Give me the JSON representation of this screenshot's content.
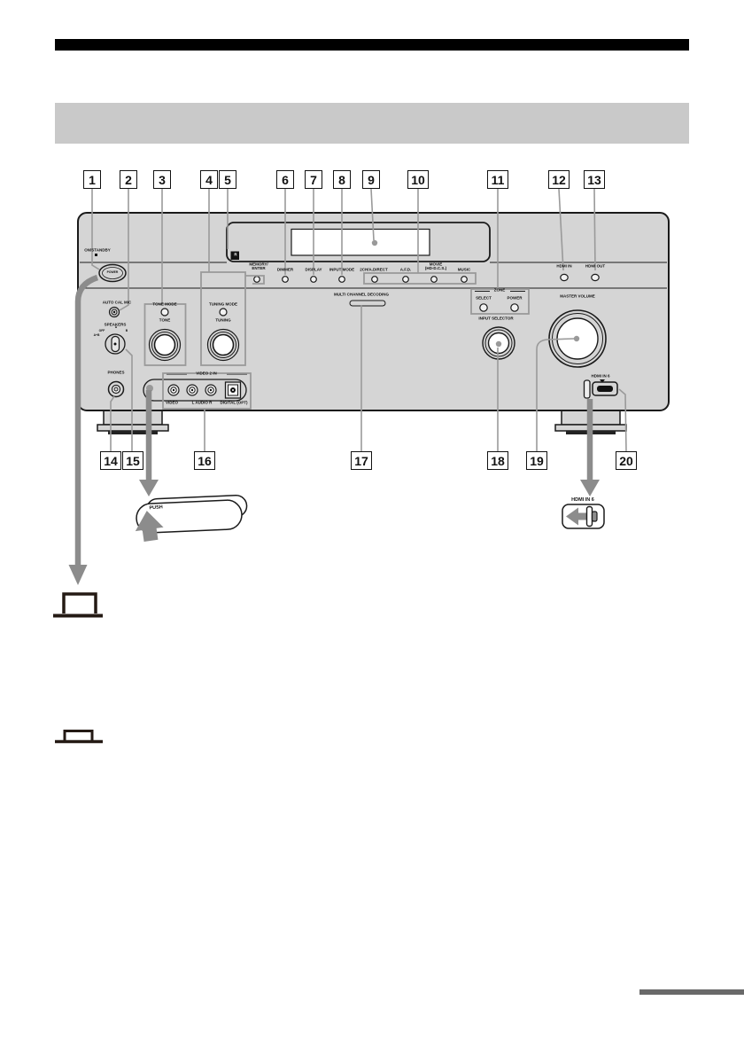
{
  "callouts": {
    "top": [
      "1",
      "2",
      "3",
      "4",
      "5",
      "6",
      "7",
      "8",
      "9",
      "10",
      "11",
      "12",
      "13"
    ],
    "bottom": [
      "14",
      "15",
      "16",
      "17",
      "18",
      "19",
      "20"
    ]
  },
  "panel": {
    "on_standby": "ON/STANDBY",
    "power": "POWER",
    "auto_cal_mic": "AUTO CAL MIC",
    "speakers": "SPEAKERS",
    "speakers_off": "OFF",
    "speakers_a": "A",
    "speakers_b": "B",
    "speakers_a_plus_b": "A+B",
    "tone_mode": "TONE MODE",
    "tone": "TONE",
    "tuning_mode": "TUNING MODE",
    "tuning": "TUNING",
    "memory_enter_line1": "MEMORY/",
    "memory_enter_line2": "ENTER",
    "dimmer": "DIMMER",
    "display": "DISPLAY",
    "input_mode": "INPUT MODE",
    "two_ch_a_direct": "2CH/A.DIRECT",
    "afd": "A.F.D.",
    "movie_line1": "MOVIE",
    "movie_line2": "(HD-D.C.S.)",
    "music": "MUSIC",
    "hdmi_in": "HDMI IN",
    "hdmi_out": "HDMI OUT",
    "multi_channel_decoding": "MULTI CHANNEL DECODING",
    "zone": "ZONE",
    "zone_select": "SELECT",
    "zone_power": "POWER",
    "input_selector": "INPUT SELECTOR",
    "master_volume": "MASTER VOLUME",
    "phones": "PHONES",
    "video_2_in": "VIDEO 2 IN",
    "video": "VIDEO",
    "l_audio_r": "L AUDIO R",
    "digital_opt": "DIGITAL (OPT)",
    "hdmi_in_6": "HDMI IN 6",
    "remote_sensor": "R"
  },
  "details": {
    "push": "PUSH",
    "hdmi_in_6": "HDMI IN 6"
  },
  "icons": {
    "remote_sensor": "remote-sensor-icon",
    "down_arrow": "down-arrow-icon",
    "up_arrow": "up-arrow-icon",
    "left_arrow": "left-arrow-icon",
    "flap_open": "flap-open-icon",
    "flap_closed": "flap-closed-icon",
    "hdmi_connector": "hdmi-connector-icon"
  },
  "colors": {
    "panel_fill": "#d5d5d5",
    "outline": "#1a1a1a",
    "callout_line": "#9a9a9a",
    "arrow_gray": "#8c8c8c",
    "header_bar": "#000000",
    "section_band": "#c9c9c9",
    "footer_bar": "#696969"
  }
}
